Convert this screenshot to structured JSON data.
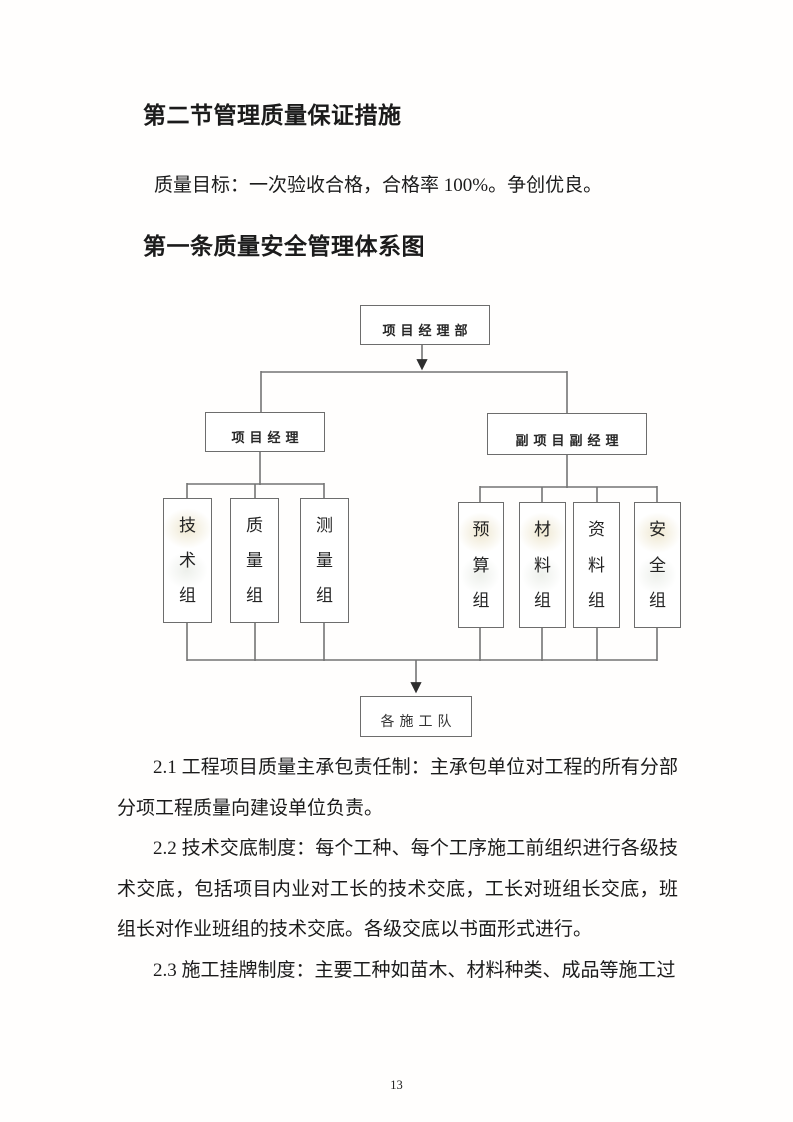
{
  "section_heading": "第二节管理质量保证措施",
  "intro_line": "质量目标：一次验收合格，合格率 100%。争创优良。",
  "article_heading": "第一条质量安全管理体系图",
  "diagram": {
    "root": "项目经理部",
    "left_branch": {
      "manager": "项目经理",
      "groups": [
        "技术组",
        "质量组",
        "测量组"
      ]
    },
    "right_branch": {
      "manager": "副项目副经理",
      "groups": [
        "预算组",
        "材料组",
        "资料组",
        "安全组"
      ]
    },
    "bottom": "各施工队",
    "line_color": "#747474"
  },
  "paragraphs": [
    {
      "lines": [
        "2.1 工程项目质量主承包责任制：主承包单位对工程的所有分部",
        "分项工程质量向建设单位负责。"
      ]
    },
    {
      "lines": [
        "2.2 技术交底制度：每个工种、每个工序施工前组织进行各级技",
        "术交底，包括项目内业对工长的技术交底，工长对班组长交底，班",
        "组长对作业班组的技术交底。各级交底以书面形式进行。"
      ]
    },
    {
      "lines": [
        "2.3 施工挂牌制度：主要工种如苗木、材料种类、成品等施工过"
      ]
    }
  ],
  "page": {
    "number": "13"
  }
}
